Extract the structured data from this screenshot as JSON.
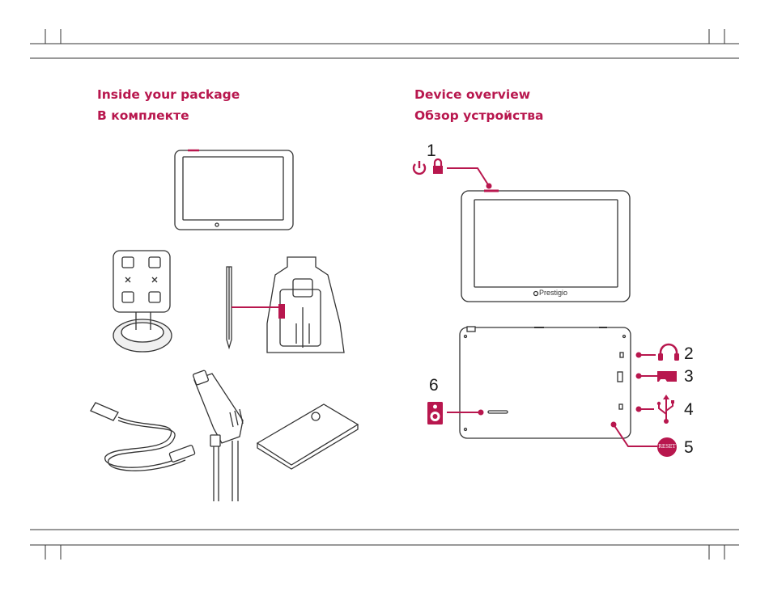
{
  "left": {
    "title_en": "Inside your package",
    "title_ru": "В комплекте"
  },
  "right": {
    "title_en": "Device overview",
    "title_ru": "Обзор устройства"
  },
  "brand": "Prestigio",
  "callouts": [
    {
      "number": "1",
      "label": "power / lock button",
      "icon": "power-lock-icon"
    },
    {
      "number": "2",
      "label": "headphone jack",
      "icon": "headphones-icon"
    },
    {
      "number": "3",
      "label": "memory card slot",
      "icon": "sd-card-icon"
    },
    {
      "number": "4",
      "label": "USB port",
      "icon": "usb-icon"
    },
    {
      "number": "5",
      "label": "reset",
      "icon": "reset-icon"
    },
    {
      "number": "6",
      "label": "speaker",
      "icon": "speaker-icon"
    }
  ],
  "reset_text": "RESET",
  "colors": {
    "accent": "#b8174e",
    "line": "#333333"
  }
}
